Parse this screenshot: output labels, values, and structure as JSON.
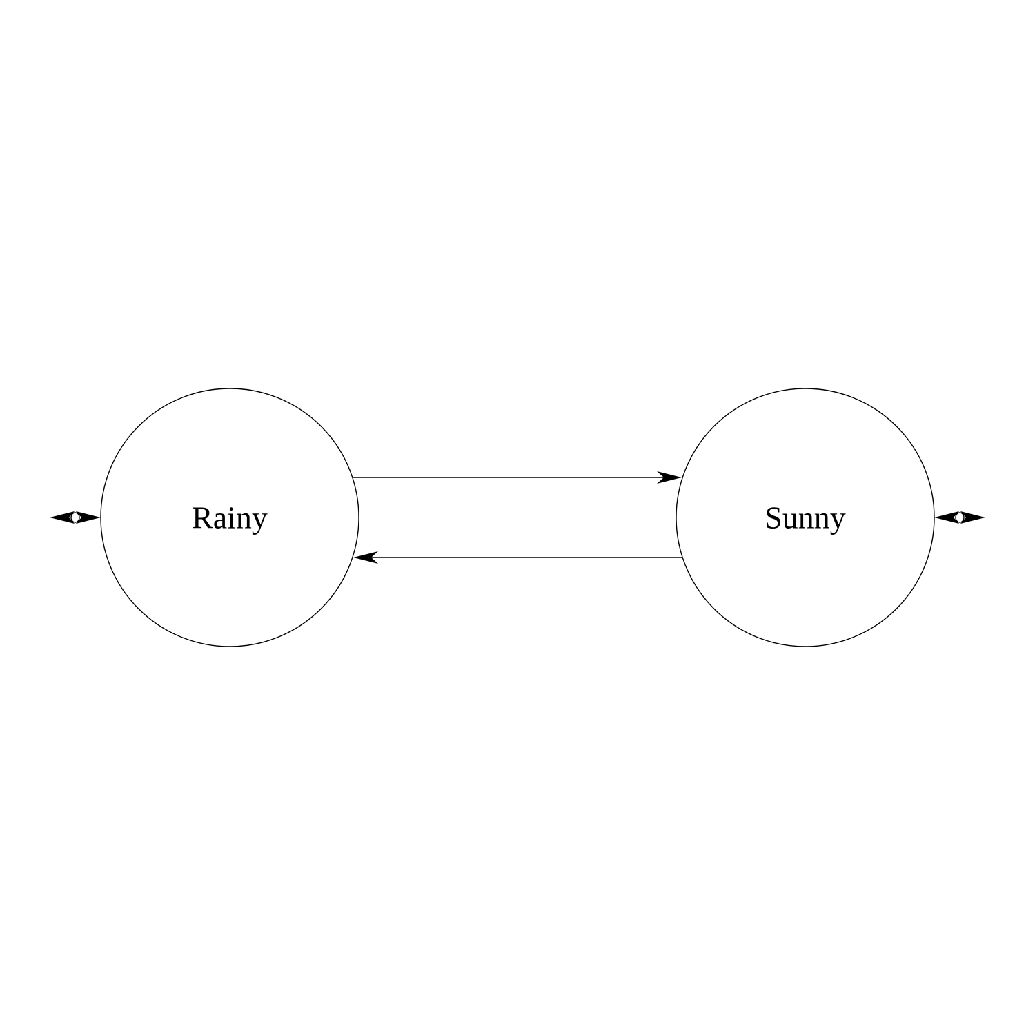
{
  "diagram": {
    "type": "state-transition",
    "nodes": [
      {
        "id": "rainy",
        "label": "Rainy"
      },
      {
        "id": "sunny",
        "label": "Sunny"
      }
    ],
    "edges": [
      {
        "from": "rainy",
        "to": "sunny"
      },
      {
        "from": "sunny",
        "to": "rainy"
      }
    ],
    "self_loops": [
      {
        "node": "rainy",
        "side": "left"
      },
      {
        "node": "sunny",
        "side": "right"
      }
    ],
    "colors": {
      "stroke": "#000000",
      "background": "#ffffff"
    }
  }
}
